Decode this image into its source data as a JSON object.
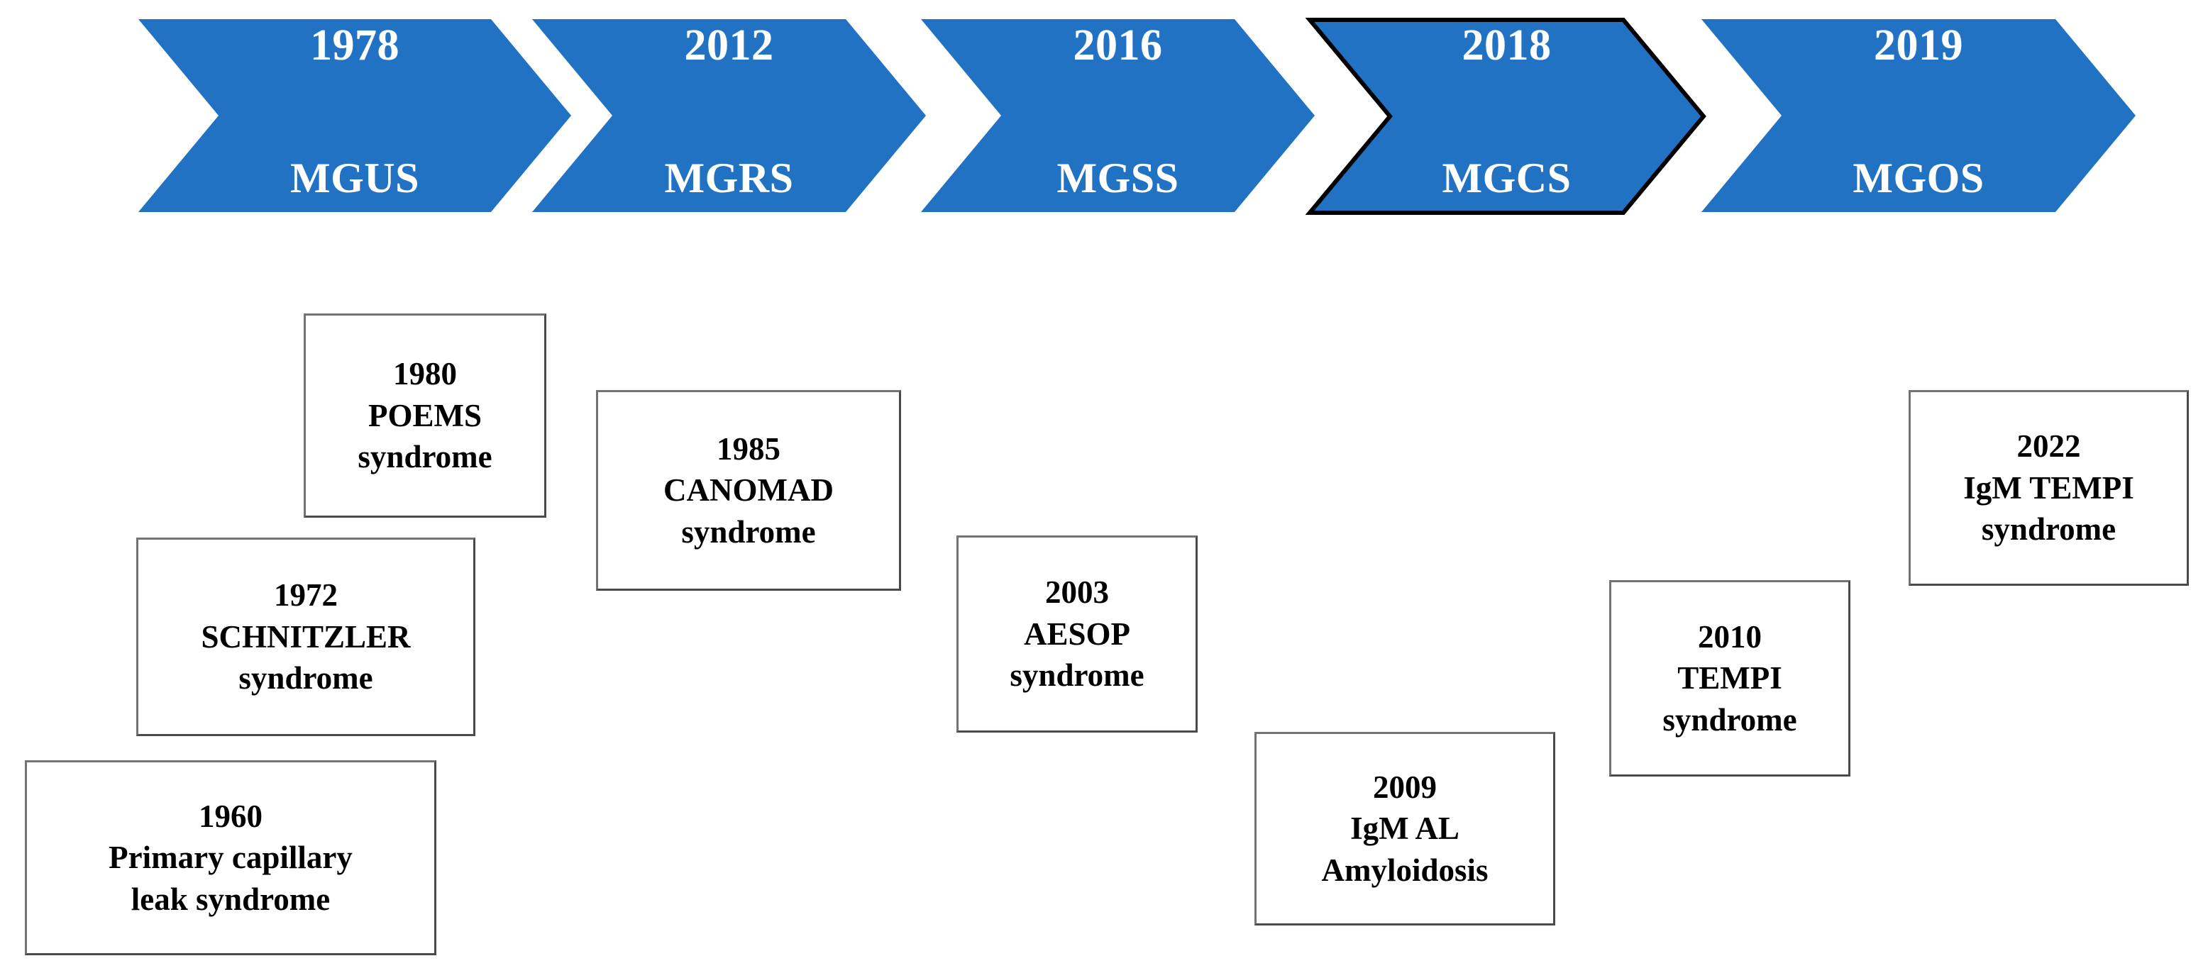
{
  "figure": {
    "type": "timeline-diagram",
    "background_color": "#FFFFFF",
    "chevron_color": "#2272C4",
    "chevron_text_color": "#FFFFFF",
    "box_border_color": "#4A4A4A",
    "box_text_color": "#000000",
    "highlight_outline_color": "#000000"
  },
  "timeline": {
    "chevrons": [
      {
        "year": "1978",
        "acronym": "MGUS",
        "highlighted": false
      },
      {
        "year": "2012",
        "acronym": "MGRS",
        "highlighted": false
      },
      {
        "year": "2016",
        "acronym": "MGSS",
        "highlighted": false
      },
      {
        "year": "2018",
        "acronym": "MGCS",
        "highlighted": true
      },
      {
        "year": "2019",
        "acronym": "MGOS",
        "highlighted": false
      }
    ]
  },
  "events": [
    {
      "id": "poems",
      "year": "1980",
      "lines": [
        "POEMS",
        "syndrome"
      ]
    },
    {
      "id": "canomad",
      "year": "1985",
      "lines": [
        "CANOMAD",
        "syndrome"
      ]
    },
    {
      "id": "schnitzler",
      "year": "1972",
      "lines": [
        "SCHNITZLER",
        "syndrome"
      ]
    },
    {
      "id": "aesop",
      "year": "2003",
      "lines": [
        "AESOP",
        "syndrome"
      ]
    },
    {
      "id": "primary-capillary-leak",
      "year": "1960",
      "lines": [
        "Primary capillary",
        "leak syndrome"
      ]
    },
    {
      "id": "igm-al-amyloidosis",
      "year": "2009",
      "lines": [
        "IgM AL",
        "Amyloidosis"
      ]
    },
    {
      "id": "tempi",
      "year": "2010",
      "lines": [
        "TEMPI",
        "syndrome"
      ]
    },
    {
      "id": "igm-tempi",
      "year": "2022",
      "lines": [
        "IgM TEMPI",
        "syndrome"
      ]
    }
  ]
}
